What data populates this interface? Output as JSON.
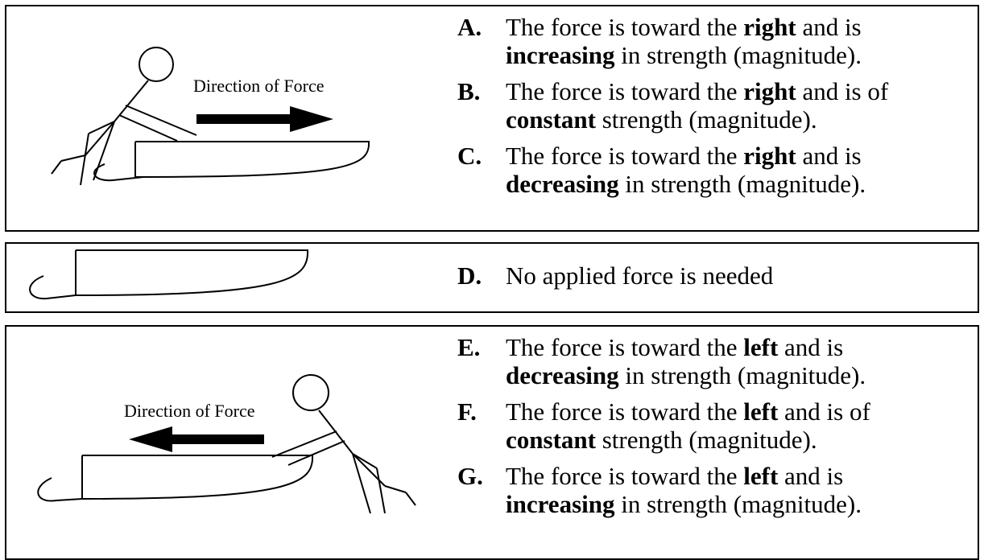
{
  "panels": [
    {
      "force_label": "Direction of Force",
      "options": [
        {
          "letter": "A.",
          "pre": "The force is toward the ",
          "dir": "right",
          "mid": " and is ",
          "kind": "increasing",
          "post": " in strength (magnitude)."
        },
        {
          "letter": "B.",
          "pre": "The force is toward the ",
          "dir": "right",
          "mid": " and is of ",
          "kind": "constant",
          "post": " strength (magnitude)."
        },
        {
          "letter": "C.",
          "pre": "The force is toward the ",
          "dir": "right",
          "mid": " and is ",
          "kind": "decreasing",
          "post": " in strength (magnitude)."
        }
      ]
    },
    {
      "options": [
        {
          "letter": "D.",
          "text": "No applied force is needed"
        }
      ]
    },
    {
      "force_label": "Direction of Force",
      "options": [
        {
          "letter": "E.",
          "pre": "The force is toward the ",
          "dir": "left",
          "mid": " and is ",
          "kind": "decreasing",
          "post": " in strength (magnitude)."
        },
        {
          "letter": "F.",
          "pre": "The force is toward the ",
          "dir": "left",
          "mid": " and is of ",
          "kind": "constant",
          "post": " strength (magnitude)."
        },
        {
          "letter": "G.",
          "pre": "The force is toward the ",
          "dir": "left",
          "mid": " and is ",
          "kind": "increasing",
          "post": " in strength (magnitude)."
        }
      ]
    }
  ]
}
